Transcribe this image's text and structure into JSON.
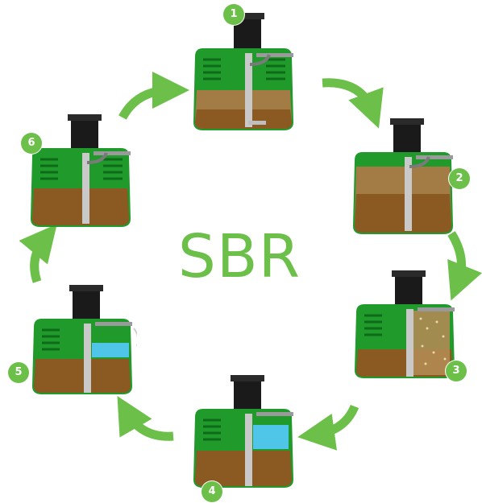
{
  "title": "SBR",
  "colors": {
    "accent": "#6cc04a",
    "tank_green": "#1f9a2b",
    "tank_dark_green": "#0d6b18",
    "sludge": "#8a5a22",
    "liquid": "#b08a52",
    "clear_water": "#4fc6e8",
    "neck": "#1a1a1a"
  },
  "stages": [
    {
      "number": "1",
      "state": "filled"
    },
    {
      "number": "2",
      "state": "aerating"
    },
    {
      "number": "3",
      "state": "aerating-bubbles"
    },
    {
      "number": "4",
      "state": "settled-clear-water"
    },
    {
      "number": "5",
      "state": "discharging-clear-water"
    },
    {
      "number": "6",
      "state": "sludge-return"
    }
  ]
}
